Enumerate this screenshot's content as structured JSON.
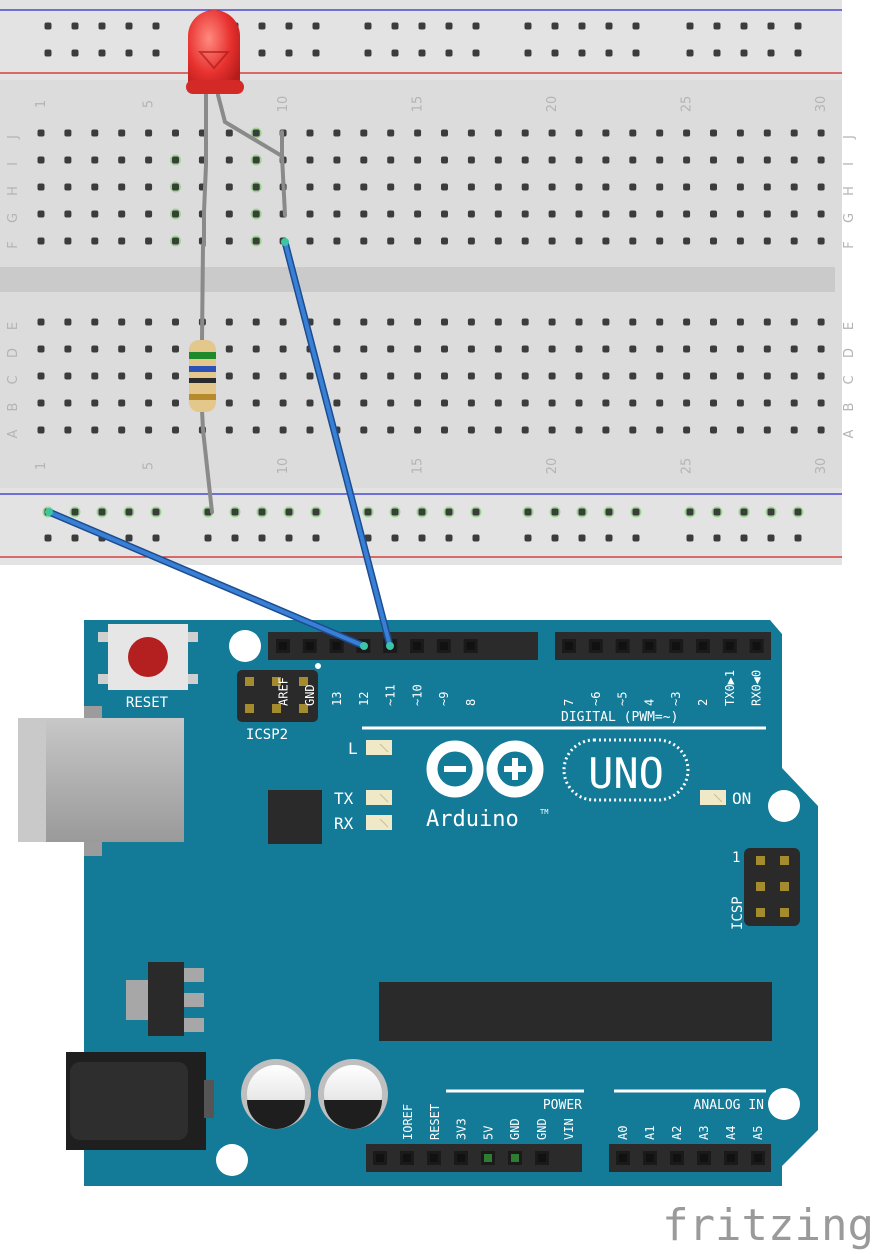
{
  "breadboard": {
    "column_numbers": [
      "1",
      "5",
      "10",
      "15",
      "20",
      "25",
      "30"
    ],
    "row_letters_top": [
      "J",
      "I",
      "H",
      "G",
      "F"
    ],
    "row_letters_bottom": [
      "E",
      "D",
      "C",
      "B",
      "A"
    ]
  },
  "arduino": {
    "reset_label": "RESET",
    "icsp2_label": "ICSP2",
    "icsp_label": "ICSP",
    "icsp_pin1": "1",
    "digital_label": "DIGITAL (PWM=~)",
    "digital_pins_left": [
      "AREF",
      "GND",
      "13",
      "12",
      "~11",
      "~10",
      "~9",
      "8"
    ],
    "digital_pins_right": [
      "7",
      "~6",
      "~5",
      "4",
      "~3",
      "2",
      "TX0▶1",
      "RX0◀0"
    ],
    "led_l": "L",
    "led_tx": "TX",
    "led_rx": "RX",
    "led_on": "ON",
    "logo_text": "Arduino",
    "tm": "TM",
    "model": "UNO",
    "power_label": "POWER",
    "power_pins": [
      "IOREF",
      "RESET",
      "3V3",
      "5V",
      "GND",
      "GND",
      "VIN"
    ],
    "analog_label": "ANALOG IN",
    "analog_pins": [
      "A0",
      "A1",
      "A2",
      "A3",
      "A4",
      "A5"
    ]
  },
  "colors": {
    "board": "#137a98",
    "wire": "#2f72c4",
    "led": "#e8322f",
    "breadboard": "#dcdcdc"
  },
  "watermark": "fritzing"
}
